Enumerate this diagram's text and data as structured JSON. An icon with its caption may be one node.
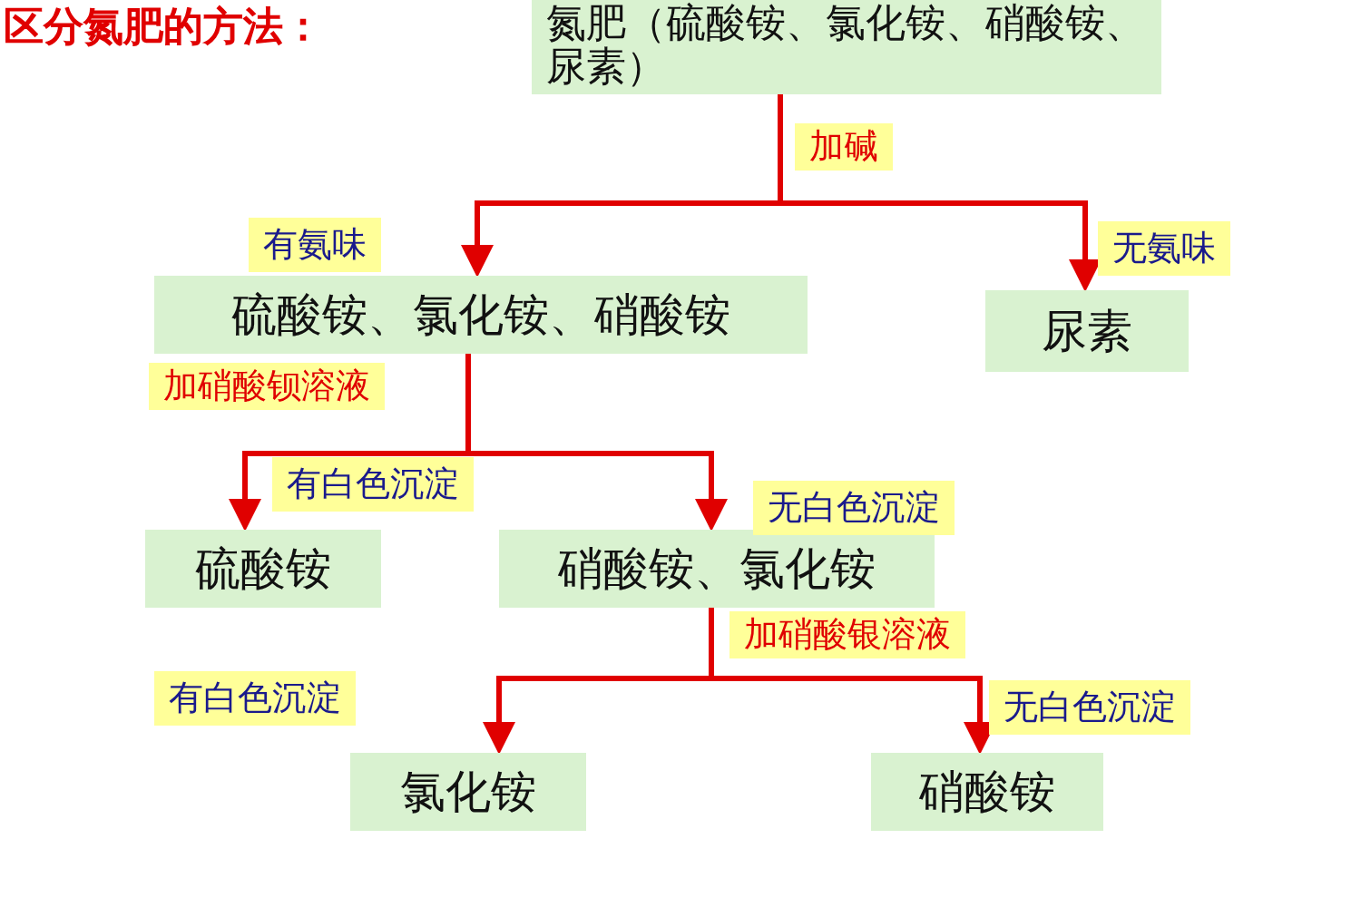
{
  "diagram": {
    "title": "区分氮肥的方法：",
    "nodes": [
      {
        "text": [
          "氮肥（硫酸铵、氯化铵、硝酸铵、尿素）"
        ]
      },
      {
        "text": [
          "硫酸铵、氯化铵、硝酸铵"
        ]
      },
      {
        "text": [
          "尿素"
        ]
      },
      {
        "text": [
          "硫酸铵"
        ]
      },
      {
        "text": [
          "硝酸铵、氯化铵"
        ]
      },
      {
        "text": [
          "氯化铵"
        ]
      },
      {
        "text": [
          "硝酸铵"
        ]
      }
    ],
    "edges": [
      {
        "from": 0,
        "to": 1,
        "arrow": "to",
        "label": "有氨味"
      },
      {
        "from": 0,
        "to": 2,
        "arrow": "to",
        "label": "无氨味"
      },
      {
        "from": 1,
        "to": 3,
        "arrow": "to",
        "label": "有白色沉淀"
      },
      {
        "from": 1,
        "to": 4,
        "arrow": "to",
        "label": "无白色沉淀"
      },
      {
        "from": 4,
        "to": 5,
        "arrow": "to",
        "label": "有白色沉淀"
      },
      {
        "from": 4,
        "to": 6,
        "arrow": "to",
        "label": "无白色沉淀"
      }
    ],
    "labels": [
      "加碱",
      "加硝酸钡溶液",
      "加硝酸银溶液"
    ]
  }
}
